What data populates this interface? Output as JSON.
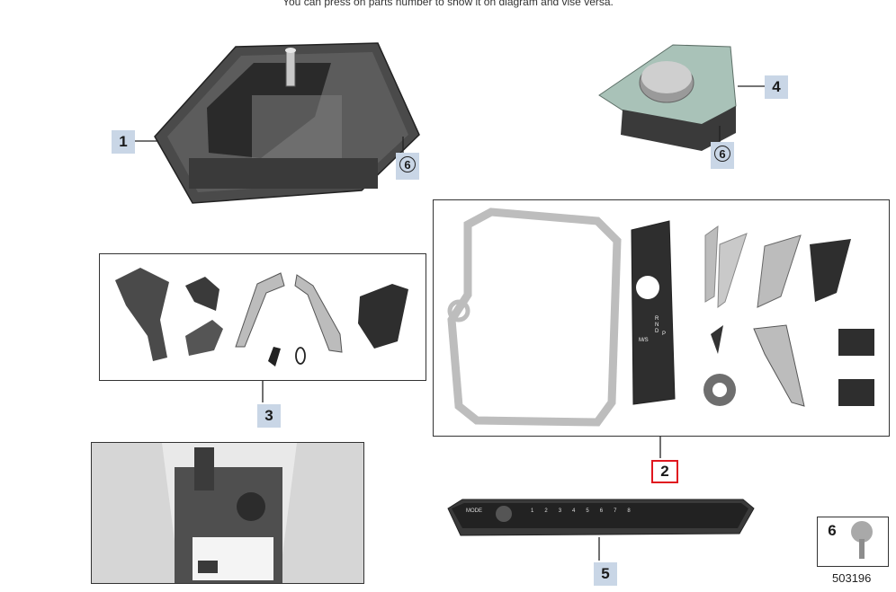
{
  "instruction": "You can press on parts number to show it on diagram and vise versa.",
  "callouts": {
    "part_1": "1",
    "part_2": "2",
    "part_3": "3",
    "part_4": "4",
    "part_5": "5",
    "part_6a": "6",
    "part_6b": "6",
    "part_6_legend": "6"
  },
  "reference_number": "503196",
  "control_panel": {
    "mode_label": "MODE",
    "buttons": [
      "1",
      "2",
      "3",
      "4",
      "5",
      "6",
      "7",
      "8"
    ]
  },
  "selector_labels": {
    "r": "R",
    "n": "N",
    "d": "D",
    "p": "P",
    "ms": "M/S"
  },
  "colors": {
    "selected_border": "#e0161f",
    "callout_bg": "#c9d6e6"
  }
}
